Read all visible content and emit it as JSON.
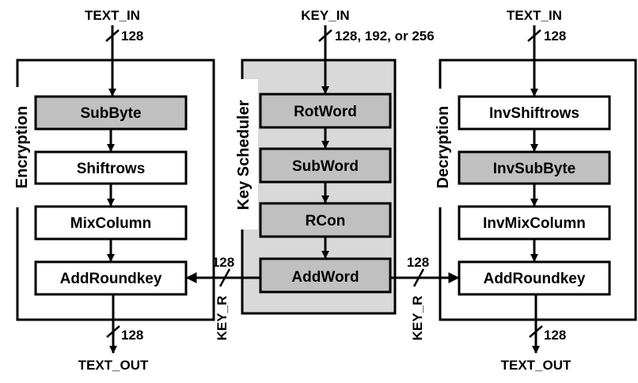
{
  "encryption": {
    "section_label": "Encryption",
    "input_label": "TEXT_IN",
    "input_width": "128",
    "output_label": "TEXT_OUT",
    "output_width": "128",
    "stages": [
      "SubByte",
      "Shiftrows",
      "MixColumn",
      "AddRoundkey"
    ]
  },
  "key_scheduler": {
    "section_label": "Key Scheduler",
    "input_label": "KEY_IN",
    "input_width": "128, 192, or 256",
    "stages": [
      "RotWord",
      "SubWord",
      "RCon",
      "AddWord"
    ]
  },
  "decryption": {
    "section_label": "Decryption",
    "input_label": "TEXT_IN",
    "input_width": "128",
    "output_label": "TEXT_OUT",
    "output_width": "128",
    "stages": [
      "InvShiftrows",
      "InvSubByte",
      "InvMixColumn",
      "AddRoundkey"
    ]
  },
  "round_key_links": {
    "left": {
      "width": "128",
      "label": "KEY_R"
    },
    "right": {
      "width": "128",
      "label": "KEY_R"
    }
  },
  "colors": {
    "shaded_block": "#c0c0c0",
    "scheduler_panel": "#d9d9d9",
    "plain_block": "#ffffff",
    "line": "#000000"
  }
}
